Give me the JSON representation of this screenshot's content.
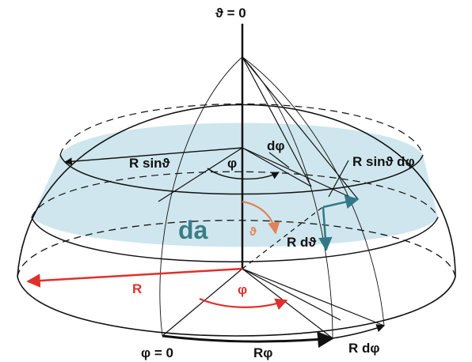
{
  "labels": {
    "theta_zero": "ϑ = 0",
    "dphi_top": "dφ",
    "phi_top": "φ",
    "r_sin_theta": "R sinϑ",
    "r_sin_theta_dphi": "R sinϑ dφ",
    "theta": "ϑ",
    "r_dtheta": "R dϑ",
    "da": "da",
    "R": "R",
    "phi_bottom": "φ",
    "phi_zero": "φ = 0",
    "r_phi": "Rφ",
    "r_dphi": "R dφ"
  },
  "colors": {
    "band_fill": "#cfe6ee",
    "black": "#111111",
    "red": "#e0302a",
    "orange": "#e0825a",
    "teal": "#2f7a86"
  }
}
